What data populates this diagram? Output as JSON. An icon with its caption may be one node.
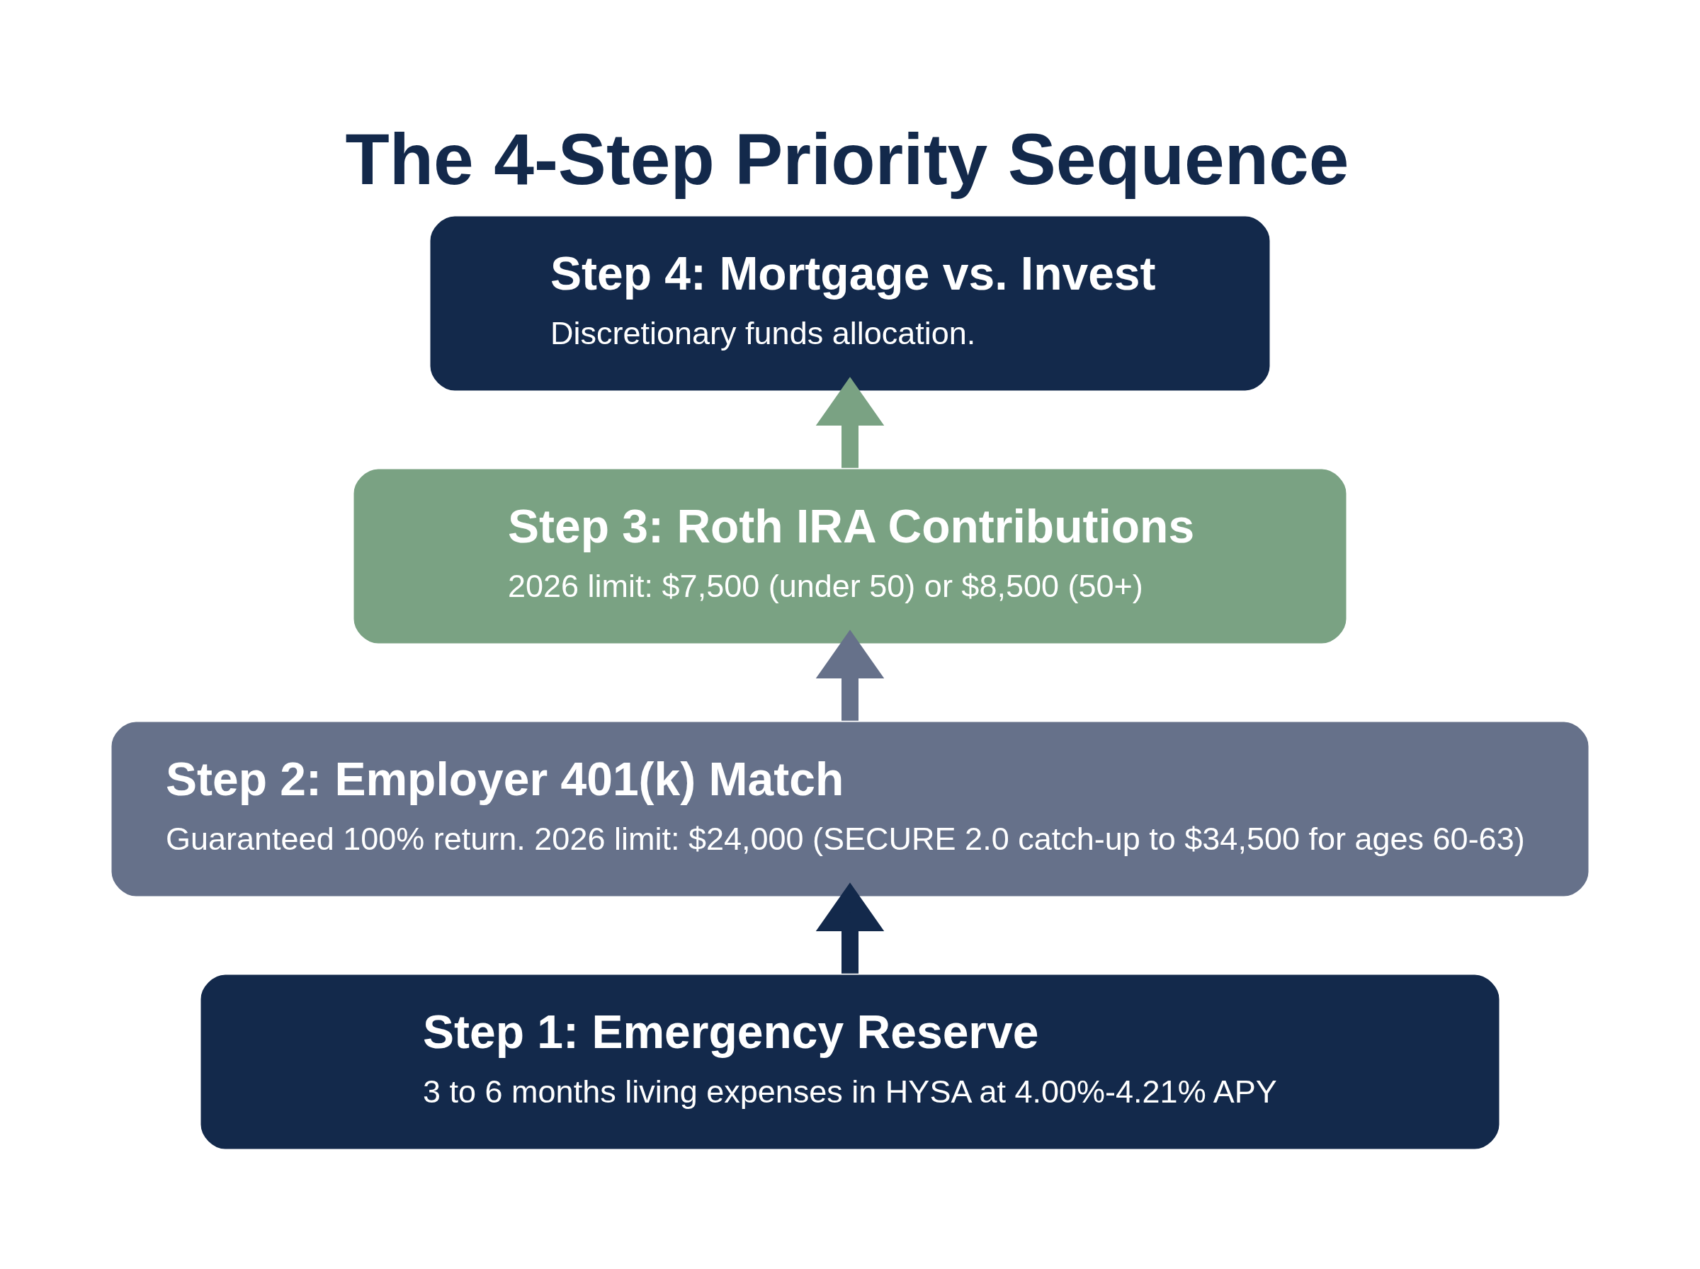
{
  "diagram": {
    "title": "The 4-Step Priority Sequence",
    "nodes": [
      {
        "text": [
          "Step 4: Mortgage vs. Invest",
          "Discretionary funds allocation."
        ]
      },
      {
        "text": [
          "Step 3: Roth IRA Contributions",
          "2026 limit: $7,500 (under 50) or $8,500 (50+)"
        ]
      },
      {
        "text": [
          "Step 2: Employer 401(k) Match",
          "Guaranteed 100% return. 2026 limit: $24,000 (SECURE 2.0 catch-up to $34,500 for ages 60-63)"
        ]
      },
      {
        "text": [
          "Step 1: Emergency Reserve",
          "3 to 6 months living expenses in HYSA at 4.00%-4.21% APY"
        ]
      }
    ],
    "edges": [
      {
        "from": 3,
        "to": 2,
        "arrow": "to",
        "color": "#13294b"
      },
      {
        "from": 2,
        "to": 1,
        "arrow": "to",
        "color": "#66718a"
      },
      {
        "from": 1,
        "to": 0,
        "arrow": "to",
        "color": "#7aa283"
      }
    ]
  }
}
